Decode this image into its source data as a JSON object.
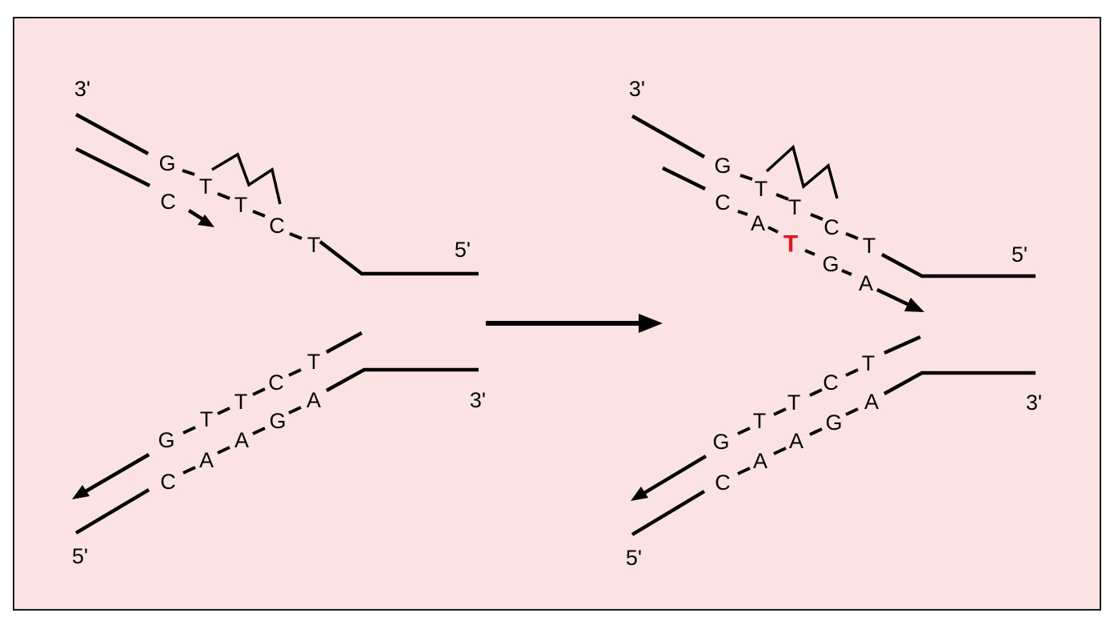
{
  "ends": {
    "left_top_3": "3'",
    "left_top_5": "5'",
    "left_bottom_3": "3'",
    "left_bottom_5": "5'",
    "right_top_3": "3'",
    "right_top_5": "5'",
    "right_bottom_3": "3'",
    "right_bottom_5": "5'"
  },
  "left": {
    "template_top": [
      "G",
      "T",
      "T",
      "C",
      "T"
    ],
    "primer_top": [
      "C"
    ],
    "template_bottom": [
      "G",
      "T",
      "T",
      "C",
      "T"
    ],
    "primer_bottom": [
      "C",
      "A",
      "A",
      "G",
      "A"
    ]
  },
  "right": {
    "template_top": [
      "G",
      "T",
      "T",
      "C",
      "T"
    ],
    "primer_top": [
      "C",
      "A",
      "T",
      "G",
      "A"
    ],
    "mutated_base_index": 2,
    "template_bottom": [
      "G",
      "T",
      "T",
      "C",
      "T"
    ],
    "primer_bottom": [
      "C",
      "A",
      "A",
      "G",
      "A"
    ]
  },
  "colors": {
    "background": "#fbe3e3",
    "mutation": "#e8141e"
  }
}
